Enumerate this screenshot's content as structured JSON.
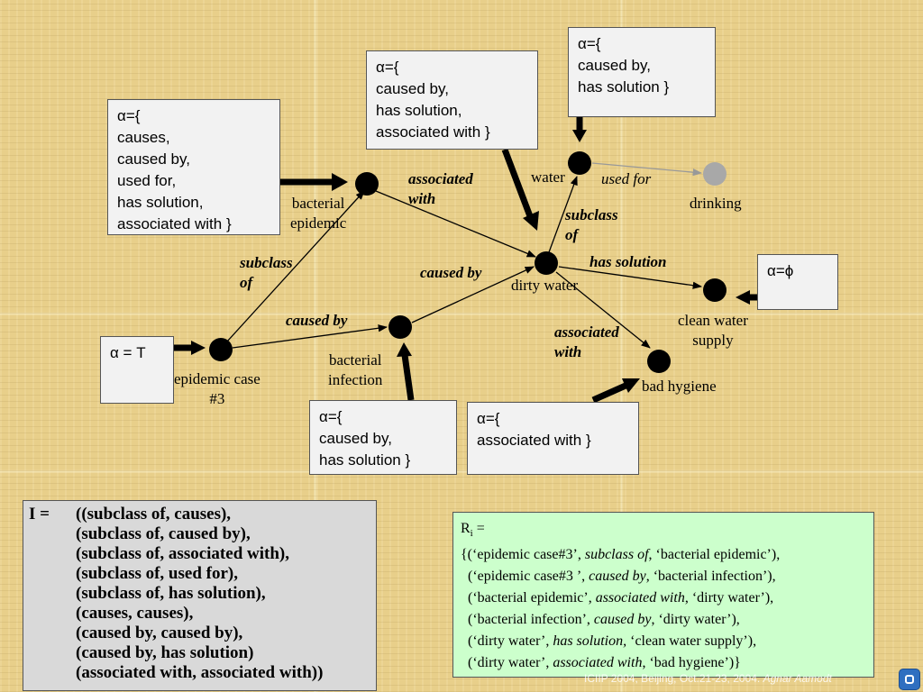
{
  "nodes": {
    "bacterial_epidemic": "bacterial\nepidemic",
    "water": "water",
    "drinking": "drinking",
    "dirty_water": "dirty water",
    "clean_water_supply": "clean water\nsupply",
    "bacterial_infection": "bacterial\ninfection",
    "epidemic_case": "epidemic case\n#3",
    "bad_hygiene": "bad hygiene"
  },
  "edges": {
    "associated_with_top": "associated\nwith",
    "used_for": "used for",
    "subclass_of_right": "subclass\nof",
    "has_solution": "has solution",
    "caused_by_mid": "caused by",
    "subclass_of_left": "subclass\nof",
    "caused_by_left": "caused by",
    "associated_with_lower": "associated\nwith"
  },
  "alpha_boxes": {
    "left": [
      "α={",
      "causes,",
      "caused by,",
      "used for,",
      "has solution,",
      "associated with }"
    ],
    "top_middle": [
      "α={",
      "caused by,",
      "has solution,",
      "associated with }"
    ],
    "top_right": [
      "α={",
      "caused by,",
      "has solution }"
    ],
    "phi": [
      "α=ϕ"
    ],
    "t": [
      "α = T"
    ],
    "bottom_left": [
      "α={",
      "caused by,",
      "has solution }"
    ],
    "bottom_right": [
      "α={",
      "associated with }"
    ]
  },
  "i_box": {
    "lead": "I =",
    "lines": [
      "((subclass of, causes),",
      "(subclass of, caused by),",
      "(subclass of, associated with),",
      "(subclass of, used for),",
      "(subclass of, has solution),",
      "(causes, causes),",
      "(caused by, caused by),",
      "(caused by, has solution)",
      "(associated with, associated with))"
    ]
  },
  "r_box": {
    "title_main": "R",
    "title_sub": "i",
    "title_tail": " =",
    "lines": [
      [
        {
          "t": "{(‘epidemic case#3’, ",
          "i": false
        },
        {
          "t": "subclass of",
          "i": true
        },
        {
          "t": ", ‘bacterial epidemic’),",
          "i": false
        }
      ],
      [
        {
          "t": "  (‘epidemic case#3 ’, ",
          "i": false
        },
        {
          "t": "caused by",
          "i": true
        },
        {
          "t": ", ‘bacterial infection’),",
          "i": false
        }
      ],
      [
        {
          "t": "  (‘bacterial epidemic’, ",
          "i": false
        },
        {
          "t": "associated with",
          "i": true
        },
        {
          "t": ", ‘dirty water’),",
          "i": false
        }
      ],
      [
        {
          "t": "  (‘bacterial infection’, ",
          "i": false
        },
        {
          "t": "caused by",
          "i": true
        },
        {
          "t": ", ‘dirty water’),",
          "i": false
        }
      ],
      [
        {
          "t": "  (‘dirty water’, ",
          "i": false
        },
        {
          "t": "has solution,",
          "i": true
        },
        {
          "t": " ‘clean water supply’),",
          "i": false
        }
      ],
      [
        {
          "t": "  (‘dirty water’, ",
          "i": false
        },
        {
          "t": "associated with",
          "i": true
        },
        {
          "t": ", ‘bad hygiene’)}",
          "i": false
        }
      ]
    ]
  },
  "footer": {
    "text": "ICIIP 2004, Beijing, Oct.21-23, 2004. ",
    "author": "Agnar Aamodt"
  }
}
